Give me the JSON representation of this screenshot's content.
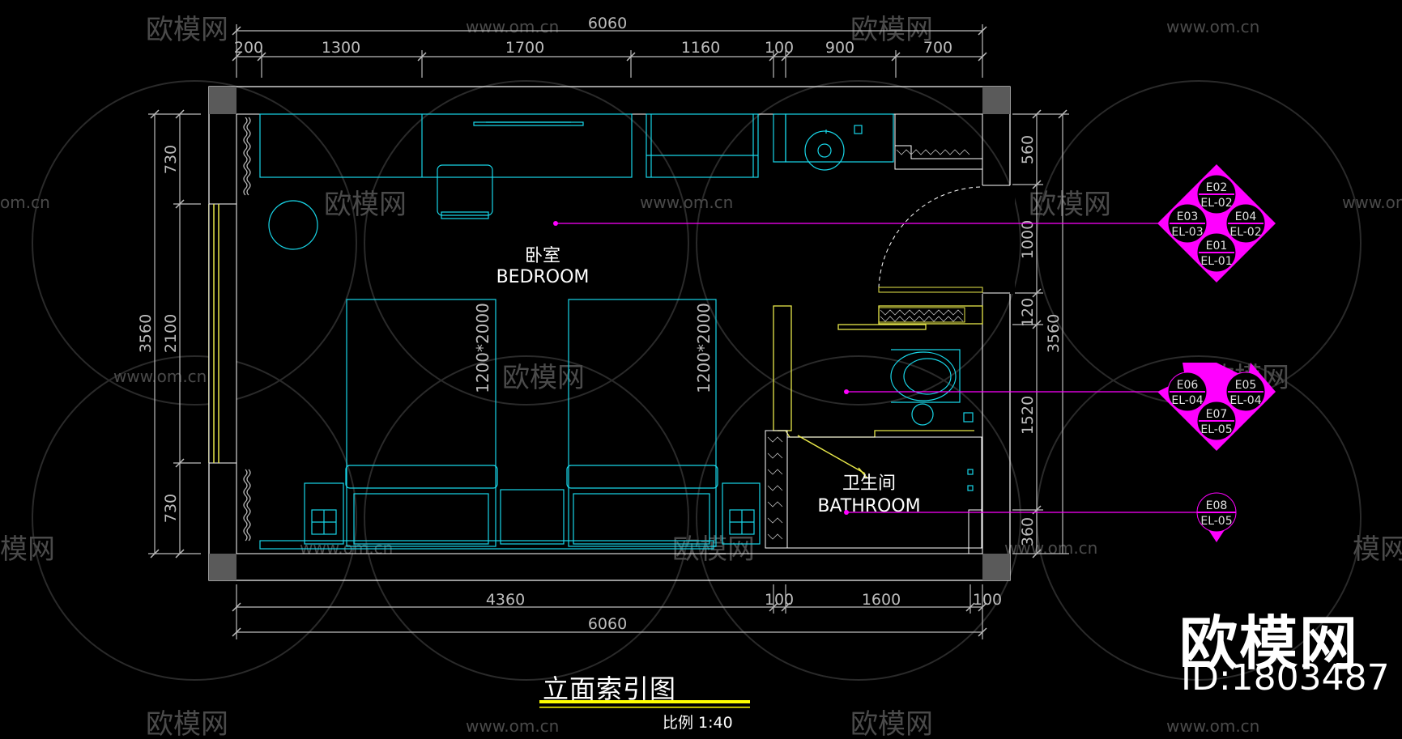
{
  "colors": {
    "cyan": "#18d6e8",
    "magenta": "#ff00ff",
    "yellow": "#e8e84a",
    "dim": "#bcbcbc",
    "wall": "#ffffff"
  },
  "watermark": {
    "logo_text": "欧模网",
    "url": "www.om.cn",
    "url_partial": "om.cn",
    "logo_partial": "模网"
  },
  "dimensions": {
    "top_total": "6060",
    "top_segments": [
      "200",
      "1300",
      "1700",
      "1160",
      "100",
      "900",
      "700"
    ],
    "bottom_segments": [
      "4360",
      "100",
      "1600",
      "100"
    ],
    "bottom_total": "6060",
    "left_total": "3560",
    "left_segments": [
      "730",
      "2100",
      "730"
    ],
    "right_total": "3560",
    "right_segments": [
      "560",
      "1000",
      "120",
      "1520",
      "360"
    ]
  },
  "rooms": {
    "bedroom_cn": "卧室",
    "bedroom_en": "BEDROOM",
    "bathroom_cn": "卫生间",
    "bathroom_en": "BATHROOM"
  },
  "beds": [
    "1200*2000",
    "1200*2000"
  ],
  "tags": [
    {
      "top": "E02",
      "top_sub": "EL-02",
      "left": "E03",
      "left_sub": "EL-03",
      "right": "E04",
      "right_sub": "EL-02",
      "bottom": "E01",
      "bottom_sub": "EL-01"
    },
    {
      "top": "",
      "top_sub": "",
      "left": "E06",
      "left_sub": "EL-04",
      "right": "E05",
      "right_sub": "EL-04",
      "bottom": "E07",
      "bottom_sub": "EL-05"
    },
    {
      "top": "E08",
      "top_sub": "EL-05"
    }
  ],
  "title": "立面索引图",
  "scale": "比例 1:40",
  "brand": {
    "name": "欧模网",
    "id": "ID:1803487"
  }
}
